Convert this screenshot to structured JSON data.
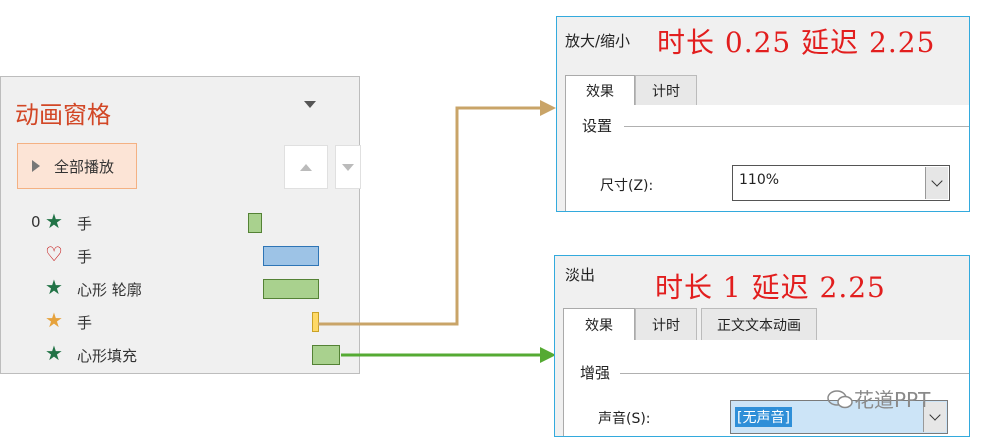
{
  "pane": {
    "title": "动画窗格",
    "play_all_label": "全部播放",
    "rows": [
      {
        "num": "0",
        "icon": "★",
        "icon_name": "star-icon",
        "icon_color": "#217346",
        "label": "手",
        "bar_color": "#a9d18e"
      },
      {
        "num": "",
        "icon": "♡",
        "icon_name": "heart-emphasis-icon",
        "icon_color": "#c00000",
        "label": "手",
        "bar_color": "#9dc3e6"
      },
      {
        "num": "",
        "icon": "★",
        "icon_name": "star-icon",
        "icon_color": "#217346",
        "label": "心形 轮廓",
        "bar_color": "#a9d18e"
      },
      {
        "num": "",
        "icon": "★",
        "icon_name": "star-icon",
        "icon_color": "#e6a23c",
        "label": "手",
        "bar_color": "#ffd966"
      },
      {
        "num": "",
        "icon": "★",
        "icon_name": "star-icon",
        "icon_color": "#217346",
        "label": "心形填充",
        "bar_color": "#a9d18e"
      }
    ]
  },
  "dialog_zoom": {
    "title": "放大/缩小",
    "annotation": "时长 0.25 延迟 2.25",
    "tabs": [
      "效果",
      "计时"
    ],
    "section": "设置",
    "field_label": "尺寸(Z):",
    "field_value": "110%"
  },
  "dialog_fade": {
    "title": "淡出",
    "annotation": "时长 1 延迟 2.25",
    "tabs": [
      "效果",
      "计时",
      "正文文本动画"
    ],
    "section": "增强",
    "field_label": "声音(S):",
    "field_value": "[无声音]"
  },
  "watermark": "花道PPT",
  "colors": {
    "accent_orange": "#d24726",
    "connector_gold": "#c9a468",
    "connector_green": "#55aa33",
    "dialog_border": "#33aadd",
    "annotation_red": "#e21e1e"
  }
}
